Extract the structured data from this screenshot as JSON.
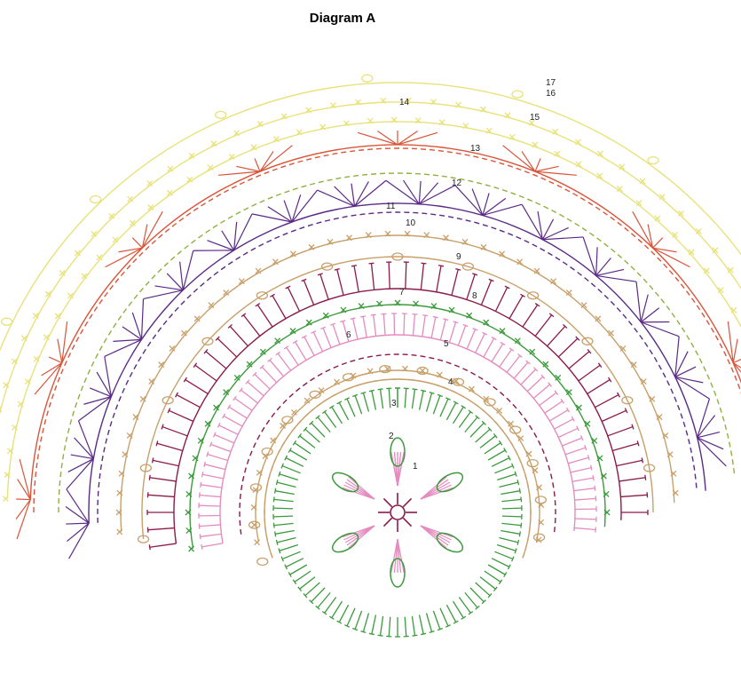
{
  "title": "Diagram A",
  "colors": {
    "yellow": "#e8e27a",
    "red": "#d9553a",
    "olive": "#8fb040",
    "purple": "#5b2a86",
    "tan": "#c8a06a",
    "maroon": "#8a1a4a",
    "green": "#3c9a3c",
    "pink": "#e48cc0",
    "dot": "#7a1a3a"
  },
  "round_labels": [
    "1",
    "2",
    "3",
    "4",
    "5",
    "6",
    "7",
    "8",
    "9",
    "10",
    "11",
    "12",
    "13",
    "14",
    "15",
    "16",
    "17"
  ]
}
